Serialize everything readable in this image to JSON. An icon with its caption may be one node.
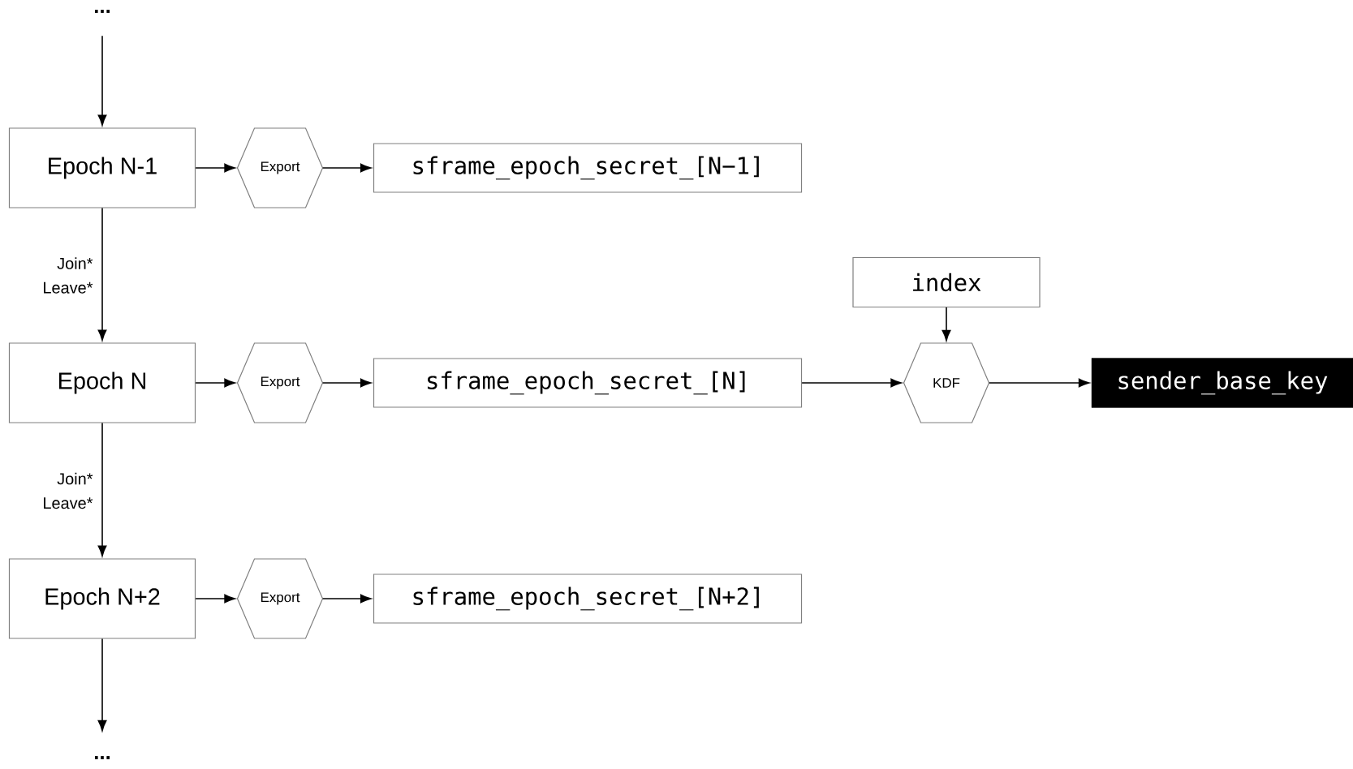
{
  "diagram": {
    "nodes": [
      {
        "text": [
          "..."
        ]
      },
      {
        "text": [
          "Epoch N-1"
        ]
      },
      {
        "text": [
          "Export"
        ]
      },
      {
        "text": [
          "sframe_epoch_secret_[N−1]"
        ]
      },
      {
        "text": [
          "index"
        ]
      },
      {
        "text": [
          "Epoch N"
        ]
      },
      {
        "text": [
          "Export"
        ]
      },
      {
        "text": [
          "sframe_epoch_secret_[N]"
        ]
      },
      {
        "text": [
          "KDF"
        ]
      },
      {
        "text": [
          "sender_base_key"
        ]
      },
      {
        "text": [
          "Epoch N+2"
        ]
      },
      {
        "text": [
          "Export"
        ]
      },
      {
        "text": [
          "sframe_epoch_secret_[N+2]"
        ]
      },
      {
        "text": [
          "..."
        ]
      }
    ],
    "edges": [
      {
        "from": 0,
        "to": 1,
        "arrow": "to"
      },
      {
        "from": 1,
        "to": 2,
        "arrow": "to"
      },
      {
        "from": 2,
        "to": 3,
        "arrow": "to"
      },
      {
        "from": 1,
        "to": 5,
        "arrow": "to",
        "label": "Join* Leave*"
      },
      {
        "from": 4,
        "to": 8,
        "arrow": "to"
      },
      {
        "from": 5,
        "to": 6,
        "arrow": "to"
      },
      {
        "from": 6,
        "to": 7,
        "arrow": "to"
      },
      {
        "from": 7,
        "to": 8,
        "arrow": "to"
      },
      {
        "from": 8,
        "to": 9,
        "arrow": "to"
      },
      {
        "from": 5,
        "to": 10,
        "arrow": "to",
        "label": "Join* Leave*"
      },
      {
        "from": 10,
        "to": 11,
        "arrow": "to"
      },
      {
        "from": 11,
        "to": 12,
        "arrow": "to"
      },
      {
        "from": 10,
        "to": 13,
        "arrow": "to"
      }
    ]
  }
}
